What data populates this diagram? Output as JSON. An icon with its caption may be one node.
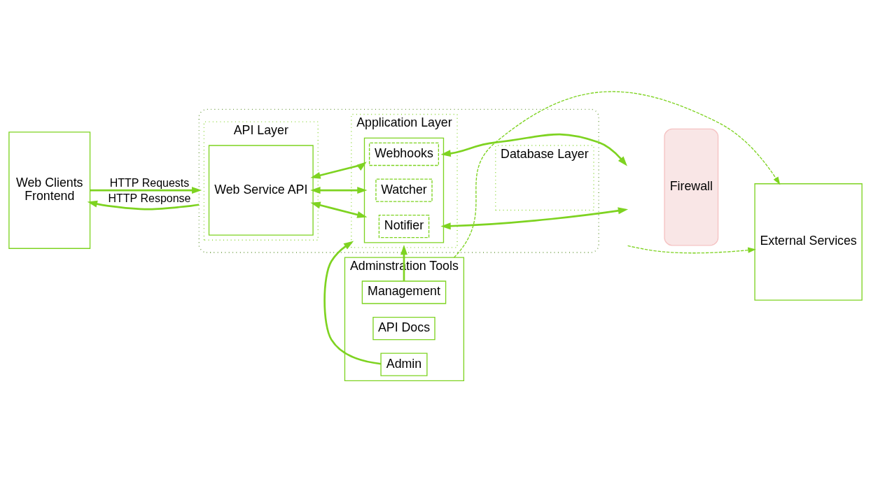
{
  "diagram": {
    "nodes": [
      {
        "text": [
          "Adminstration Tools"
        ]
      },
      {
        "text": [
          "Management"
        ],
        "in": 0
      },
      {
        "text": [
          "API Docs"
        ],
        "in": 0
      },
      {
        "text": [
          "Admin"
        ],
        "in": 0
      },
      {
        "text": [
          "Web Clients",
          "Frontend"
        ]
      },
      {
        "text": [],
        "shape": "box"
      },
      {
        "text": [
          "API Layer"
        ],
        "in": 5
      },
      {
        "text": [
          "Application Layer"
        ],
        "in": 5
      },
      {
        "text": [
          "Database Layer"
        ],
        "in": 5
      },
      {
        "text": [
          "Web Service API"
        ],
        "in": 6
      },
      {
        "text": [],
        "shape": "box",
        "in": 7
      },
      {
        "text": [
          "Notifier"
        ],
        "in": 10
      },
      {
        "text": [
          "Watcher"
        ],
        "in": 10
      },
      {
        "text": [
          "Webhooks"
        ],
        "in": 10
      },
      {
        "text": [
          "Firewall"
        ]
      },
      {
        "text": [
          "External Services"
        ]
      }
    ],
    "edges": [
      {
        "from": 1,
        "to": 7,
        "arrow": "to"
      },
      {
        "from": 3,
        "to": 7,
        "arrow": "to"
      },
      {
        "from": 0,
        "to": 15,
        "arrow": "to",
        "style": "dashed"
      },
      {
        "from": 4,
        "to": 5,
        "arrow": "to",
        "label": "HTTP Requests"
      },
      {
        "from": 5,
        "to": 4,
        "arrow": "to",
        "label": "HTTP Response"
      },
      {
        "from": 9,
        "to": 10,
        "arrow": "both"
      },
      {
        "from": 9,
        "to": 10,
        "arrow": "both"
      },
      {
        "from": 9,
        "to": 10,
        "arrow": "both"
      },
      {
        "from": 10,
        "to": null,
        "arrow": "both"
      },
      {
        "from": 10,
        "to": null,
        "arrow": "both"
      },
      {
        "from": null,
        "to": 15,
        "arrow": "to",
        "style": "dashed"
      }
    ]
  }
}
